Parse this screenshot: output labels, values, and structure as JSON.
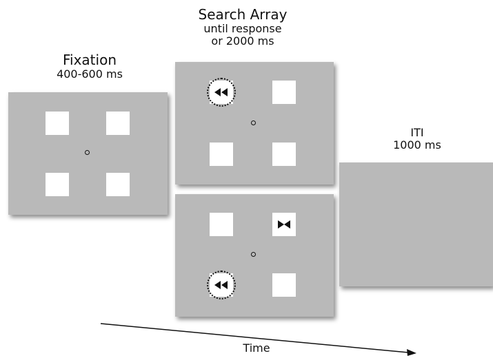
{
  "fixation": {
    "title": "Fixation",
    "duration": "400-600 ms"
  },
  "search": {
    "title": "Search Array",
    "line1": "until response",
    "line2": "or 2000 ms"
  },
  "iti": {
    "title": "ITI",
    "duration": "1000 ms"
  },
  "timeline": {
    "label": "Time"
  },
  "colors": {
    "screen": "#b9b9b9",
    "square": "#ffffff",
    "ink": "#111111"
  },
  "icons": {
    "target_glyph": "double-left-triangle-icon",
    "distractor_glyph": "bowtie-icon"
  }
}
